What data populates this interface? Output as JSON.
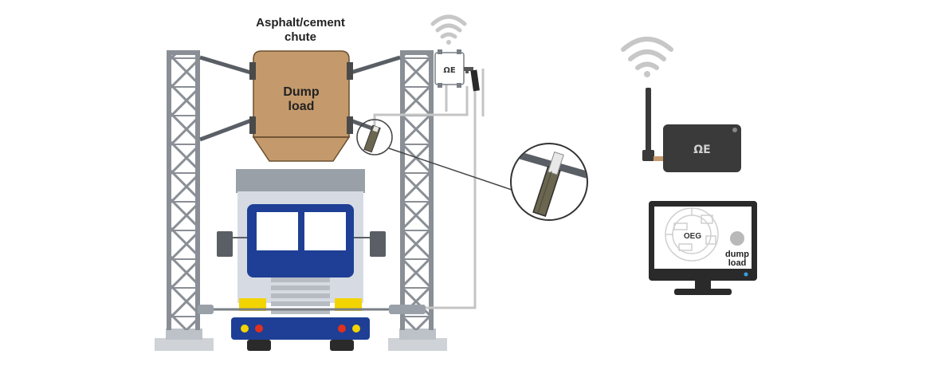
{
  "labels": {
    "chute_title_line1": "Asphalt/cement",
    "chute_title_line2": "chute",
    "hopper_line1": "Dump",
    "hopper_line2": "load",
    "device_logo": "ΩE",
    "screen_brand": "OEG",
    "screen_status_line1": "dump",
    "screen_status_line2": "load"
  },
  "colors": {
    "hopper": "#c49a6c",
    "truck_cab": "#1e3f95",
    "tower": "#8a8f96",
    "cable": "#c4c4c4",
    "gateway": "#3a3a3a",
    "truck_body": "#d6dbe3",
    "indicator_yellow": "#f2d400",
    "indicator_red": "#e0301e"
  },
  "icons": [
    "wifi-icon",
    "wifi-icon",
    "omega-logo",
    "cable-sensor-icon"
  ]
}
